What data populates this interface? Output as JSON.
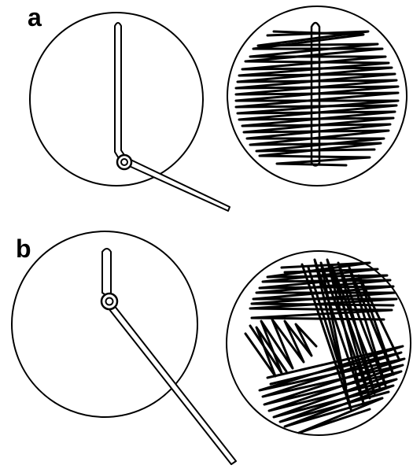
{
  "panels": [
    {
      "label": "a",
      "left_dish": {
        "content": "single-line-inoculum",
        "tool": "inoculating-loop"
      },
      "right_dish": {
        "content": "parallel-streaks-across-inoculum"
      }
    },
    {
      "label": "b",
      "left_dish": {
        "content": "short-inoculum-spot",
        "tool": "inoculating-loop"
      },
      "right_dish": {
        "content": "cross-hatched-and-zigzag-streaks"
      }
    }
  ],
  "colors": {
    "ink": "#000000",
    "background": "#ffffff"
  }
}
